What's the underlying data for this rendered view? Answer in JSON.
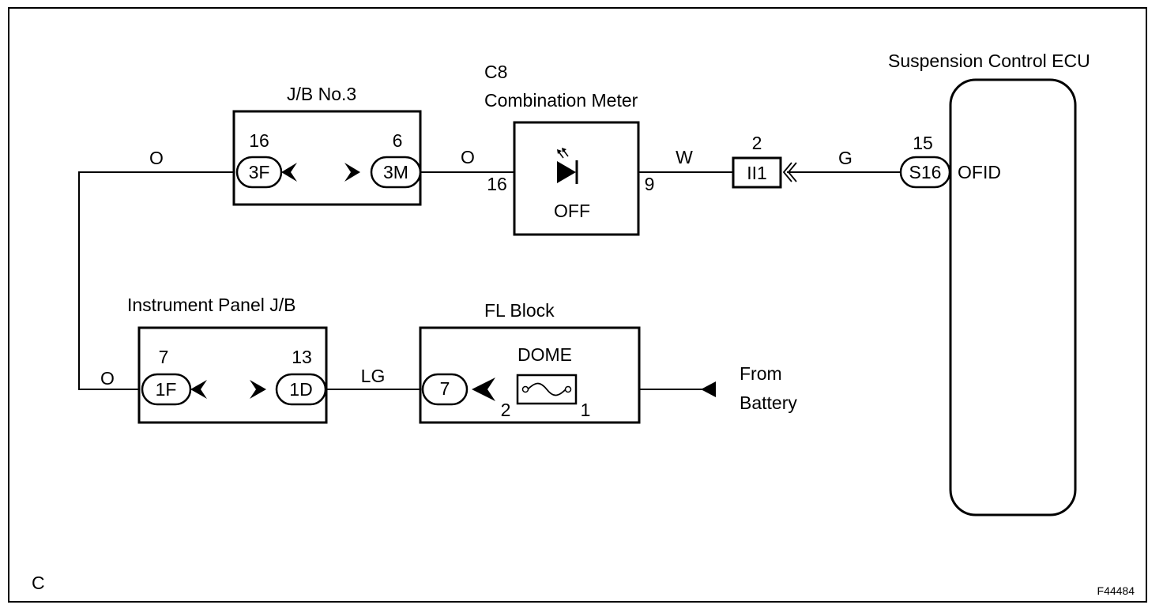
{
  "components": {
    "jb3": {
      "title": "J/B No.3",
      "left_connector": "3F",
      "left_pin": "16",
      "right_connector": "3M",
      "right_pin": "6"
    },
    "combination_meter": {
      "code": "C8",
      "title": "Combination Meter",
      "indicator": "OFF",
      "in_pin": "16",
      "out_pin": "9"
    },
    "junction": {
      "connector": "II1",
      "pin": "2"
    },
    "ecu": {
      "title": "Suspension Control ECU",
      "connector": "S16",
      "pin": "15",
      "terminal": "OFID"
    },
    "instrument_panel_jb": {
      "title": "Instrument Panel J/B",
      "left_connector": "1F",
      "left_pin": "7",
      "right_connector": "1D",
      "right_pin": "13"
    },
    "fl_block": {
      "title": "FL Block",
      "connector": "7",
      "fuse": "DOME",
      "fuse_pin_left": "2",
      "fuse_pin_right": "1"
    },
    "battery": {
      "line1": "From",
      "line2": "Battery"
    }
  },
  "wires": {
    "top_left": "O",
    "jb3_to_meter": "O",
    "meter_to_junction": "W",
    "junction_to_ecu": "G",
    "bottom_left": "O",
    "ipjb_to_fl": "LG"
  },
  "corner_label": "C",
  "figure_id": "F44484"
}
